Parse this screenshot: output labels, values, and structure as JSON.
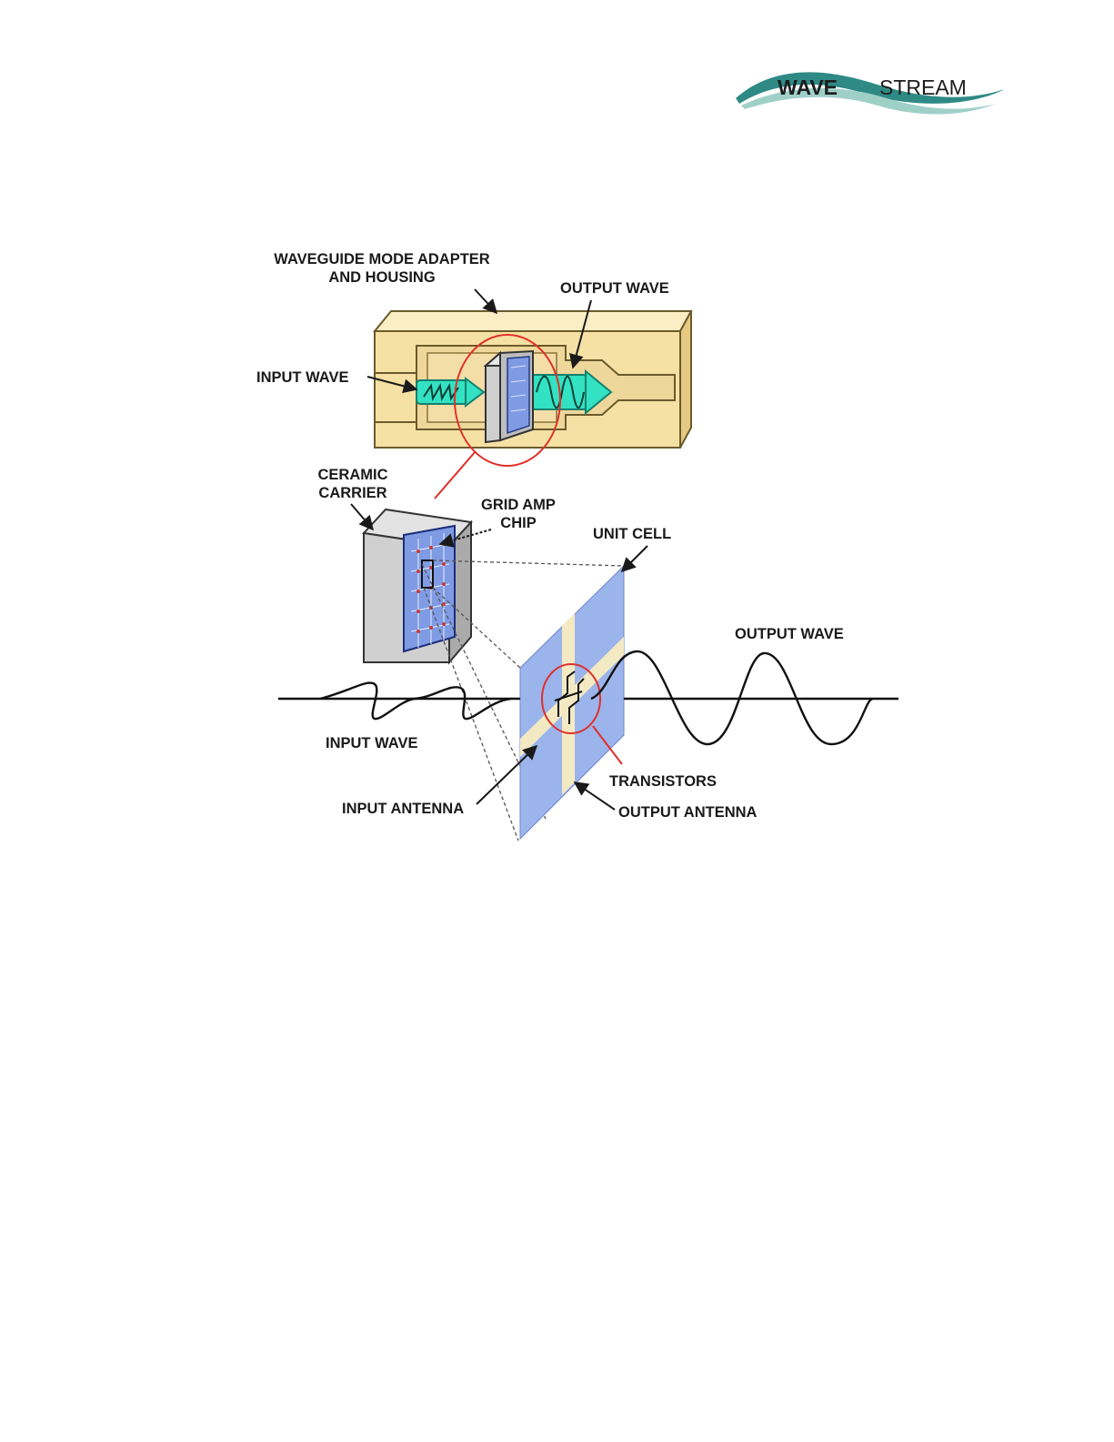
{
  "logo": {
    "brand_bold": "WAVE",
    "brand_light": "STREAM",
    "colors": {
      "wave": "#2f8a86",
      "wave_light": "#9fd0c8",
      "text": "#1d1d1d"
    }
  },
  "labels": {
    "waveguide_line1": "WAVEGUIDE MODE ADAPTER",
    "waveguide_line2": "AND HOUSING",
    "output_wave_top": "OUTPUT WAVE",
    "input_wave_top": "INPUT WAVE",
    "ceramic_line1": "CERAMIC",
    "ceramic_line2": "CARRIER",
    "grid_amp_line1": "GRID AMP",
    "grid_amp_line2": "CHIP",
    "unit_cell": "UNIT CELL",
    "output_wave_bottom": "OUTPUT WAVE",
    "input_wave_bottom": "INPUT WAVE",
    "transistors": "TRANSISTORS",
    "input_antenna": "INPUT ANTENNA",
    "output_antenna": "OUTPUT ANTENNA"
  },
  "colors": {
    "housing": "#f6e1a4",
    "housing_dark": "#e6c983",
    "chip_blue": "#7f9be4",
    "cell_blue": "#9cb4ec",
    "cell_stripe": "#f3e9c3",
    "arrow_cyan": "#32e2c2",
    "highlight_red": "#e0302a"
  }
}
